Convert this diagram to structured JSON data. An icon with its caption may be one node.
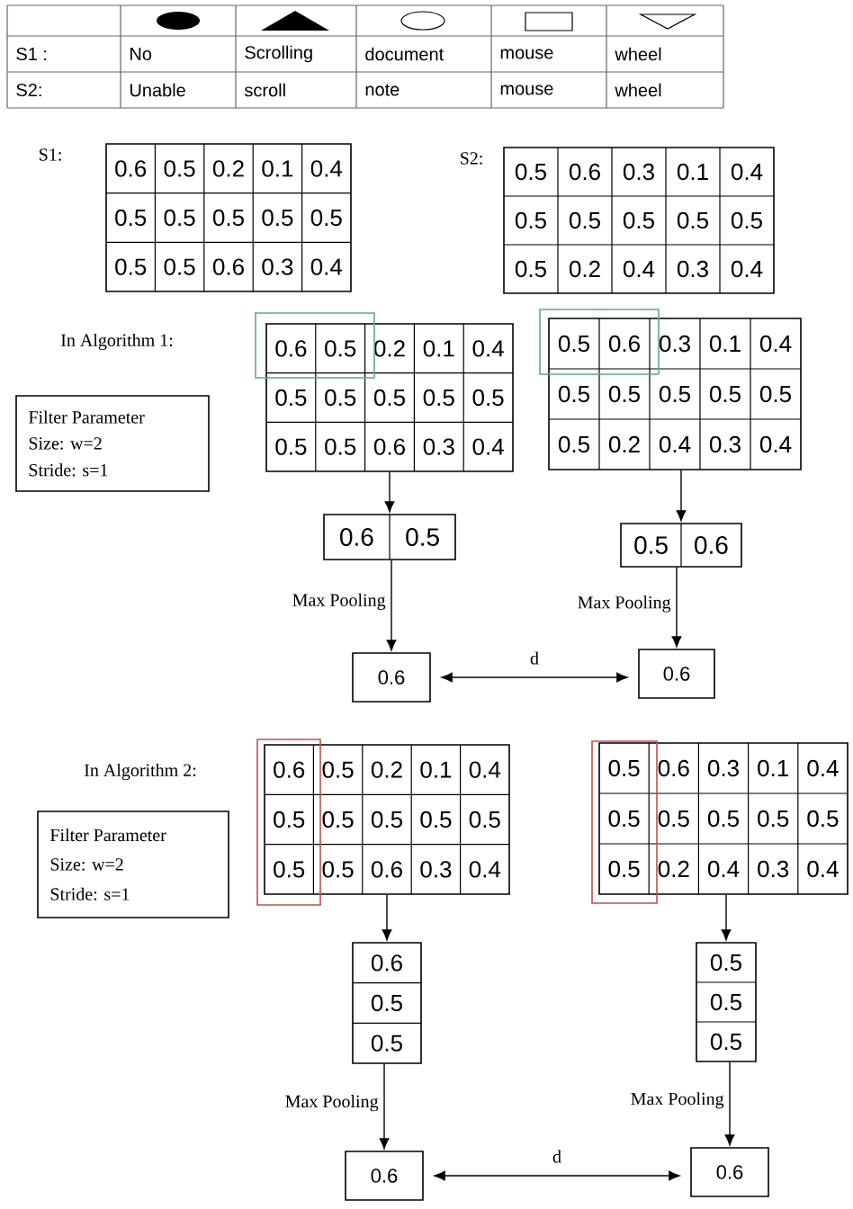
{
  "diagram": {
    "nodes": [
      {
        "text": [
          "0.6",
          "0.5",
          "0.2",
          "0.1",
          "0.4",
          "0.5",
          "0.5",
          "0.5",
          "0.5",
          "0.5",
          "0.5",
          "0.5",
          "0.6",
          "0.3",
          "0.4"
        ],
        "beside": [
          "S1:"
        ]
      },
      {
        "text": [
          "0.5",
          "0.6",
          "0.3",
          "0.1",
          "0.4",
          "0.5",
          "0.5",
          "0.5",
          "0.5",
          "0.5",
          "0.5",
          "0.2",
          "0.4",
          "0.3",
          "0.4"
        ],
        "beside": [
          "S2:"
        ]
      },
      {
        "text": [
          "0.6",
          "0.5",
          "0.2",
          "0.1",
          "0.4",
          "0.5",
          "0.5",
          "0.5",
          "0.5",
          "0.5",
          "0.5",
          "0.5",
          "0.6",
          "0.3",
          "0.4"
        ]
      },
      {
        "text": [
          "0.5",
          "0.6",
          "0.3",
          "0.1",
          "0.4",
          "0.5",
          "0.5",
          "0.5",
          "0.5",
          "0.5",
          "0.5",
          "0.2",
          "0.4",
          "0.3",
          "0.4"
        ]
      },
      {
        "text": [
          "Filter Parameter",
          "Size: w=2",
          "Stride: s=1"
        ]
      },
      {
        "text": [
          "0.6",
          "0.5"
        ]
      },
      {
        "text": [
          "0.5",
          "0.6"
        ]
      },
      {
        "text": [
          "0.6"
        ]
      },
      {
        "text": [
          "0.6"
        ]
      },
      {
        "text": [
          "0.6",
          "0.5",
          "0.2",
          "0.1",
          "0.4",
          "0.5",
          "0.5",
          "0.5",
          "0.5",
          "0.5",
          "0.5",
          "0.5",
          "0.6",
          "0.3",
          "0.4"
        ]
      },
      {
        "text": [
          "0.5",
          "0.6",
          "0.3",
          "0.1",
          "0.4",
          "0.5",
          "0.5",
          "0.5",
          "0.5",
          "0.5",
          "0.5",
          "0.2",
          "0.4",
          "0.3",
          "0.4"
        ]
      },
      {
        "text": [
          "Filter Parameter",
          "Size: w=2",
          "Stride: s=1"
        ]
      },
      {
        "text": [
          "0.6",
          "0.5",
          "0.5"
        ]
      },
      {
        "text": [
          "0.5",
          "0.5",
          "0.5"
        ]
      },
      {
        "text": [
          "0.6"
        ]
      },
      {
        "text": [
          "0.6"
        ]
      }
    ],
    "edges": [
      {
        "from": 2,
        "to": 5,
        "arrow": "to"
      },
      {
        "from": 3,
        "to": 6,
        "arrow": "to"
      },
      {
        "from": 5,
        "to": 7,
        "arrow": "to",
        "label": "Max Pooling"
      },
      {
        "from": 6,
        "to": 8,
        "arrow": "to",
        "label": "Max Pooling"
      },
      {
        "from": 7,
        "to": 8,
        "arrow": "both",
        "label": "d"
      },
      {
        "from": 9,
        "to": 12,
        "arrow": "to"
      },
      {
        "from": 10,
        "to": 13,
        "arrow": "to"
      },
      {
        "from": 12,
        "to": 14,
        "arrow": "to",
        "label": "Max Pooling"
      },
      {
        "from": 13,
        "to": 15,
        "arrow": "to",
        "label": "Max Pooling"
      },
      {
        "from": 14,
        "to": 15,
        "arrow": "both",
        "label": "d"
      }
    ],
    "labels": [
      "S1 :",
      "No",
      "Scrolling",
      "document",
      "mouse",
      "wheel",
      "S2:",
      "Unable",
      "scroll",
      "note",
      "mouse",
      "wheel",
      "In Algorithm 1:",
      "In Algorithm 2:"
    ]
  }
}
